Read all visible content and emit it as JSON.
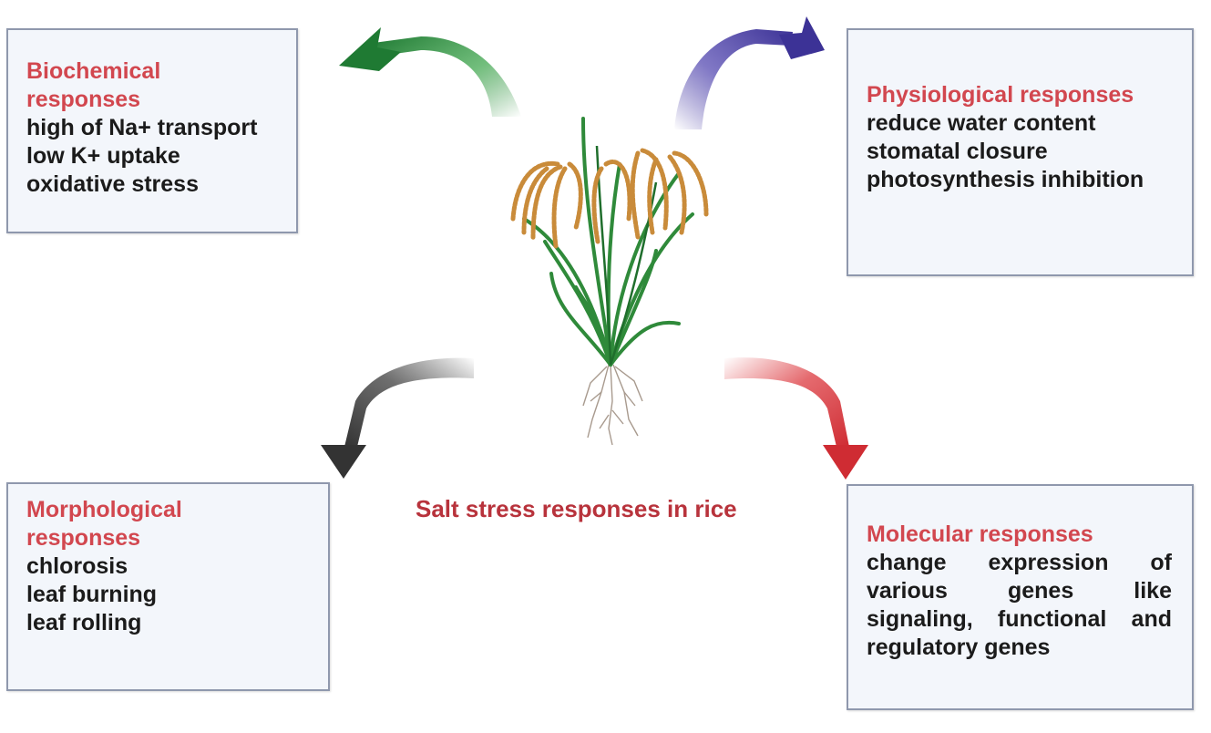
{
  "diagram": {
    "center_label": "Salt stress responses in rice",
    "center_image": "rice-plant",
    "colors": {
      "heading_red": "#d2474f",
      "center_title": "#b8333c",
      "box_fill": "#f3f6fb",
      "box_border": "#8f98ad",
      "arrow_green": "#2e8b3e",
      "arrow_purple": "#4b3fa3",
      "arrow_gray": "#3a3a3a",
      "arrow_red": "#d7373c"
    },
    "boxes": {
      "biochemical": {
        "title_lines": [
          "Biochemical",
          "responses"
        ],
        "items": [
          "high of Na+ transport",
          "low K+ uptake",
          "oxidative stress"
        ],
        "arrow": "green-curved-arrow"
      },
      "physiological": {
        "title_lines": [
          "Physiological responses"
        ],
        "items": [
          "reduce water content",
          "stomatal closure",
          "photosynthesis inhibition"
        ],
        "arrow": "purple-curved-arrow"
      },
      "morphological": {
        "title_lines": [
          "Morphological",
          "responses"
        ],
        "items": [
          "chlorosis",
          "leaf burning",
          "leaf rolling"
        ],
        "arrow": "gray-curved-arrow"
      },
      "molecular": {
        "title_lines": [
          "Molecular responses"
        ],
        "items": [
          "change expression of various genes like signaling, functional and regulatory genes"
        ],
        "arrow": "red-curved-arrow"
      }
    }
  }
}
